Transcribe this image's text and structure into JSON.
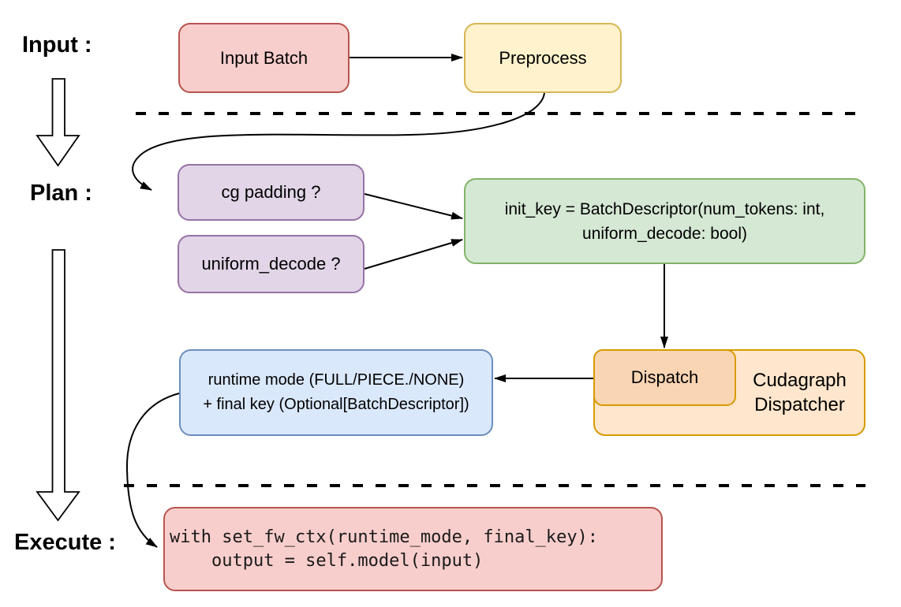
{
  "diagram": {
    "background": "#ffffff",
    "connector_color": "#000000",
    "stages": {
      "input_label": "Input :",
      "plan_label": "Plan :",
      "execute_label": "Execute :"
    },
    "nodes": {
      "input_batch": {
        "label": "Input Batch",
        "fill": "#f8cecc",
        "stroke": "#b85450"
      },
      "preprocess": {
        "label": "Preprocess",
        "fill": "#fff2cc",
        "stroke": "#d6b656"
      },
      "cg_padding": {
        "label": "cg padding ?",
        "fill": "#e1d5e7",
        "stroke": "#9673a6"
      },
      "uniform_decode": {
        "label": "uniform_decode ?",
        "fill": "#e1d5e7",
        "stroke": "#9673a6"
      },
      "init_key": {
        "line1": "init_key = BatchDescriptor(num_tokens: int,",
        "line2": "uniform_decode: bool)",
        "fill": "#d5e8d4",
        "stroke": "#82b366"
      },
      "dispatch": {
        "label": "Dispatch",
        "fill": "#fad5b4",
        "stroke": "#d79b00"
      },
      "cudagraph_dispatcher": {
        "line1": "Cudagraph",
        "line2": "Dispatcher",
        "fill": "#ffe6cc",
        "stroke": "#d79b00"
      },
      "runtime_mode": {
        "line1": "runtime mode (FULL/PIECE./NONE)",
        "line2": "+ final key (Optional[BatchDescriptor])",
        "fill": "#dae8fc",
        "stroke": "#6c8ebf"
      },
      "execute_code": {
        "line1": "with set_fw_ctx(runtime_mode, final_key):",
        "line2": "    output = self.model(input)",
        "fill": "#f8cecc",
        "stroke": "#b85450"
      }
    }
  }
}
